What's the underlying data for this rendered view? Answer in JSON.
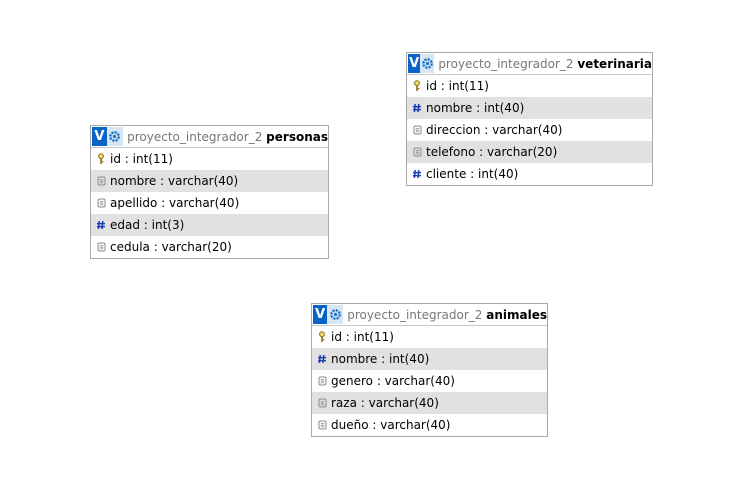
{
  "tables": [
    {
      "db": "proyecto_integrador_2",
      "name": "personas",
      "columns": [
        {
          "name": "id",
          "type": "int(11)",
          "kind": "key-icon"
        },
        {
          "name": "nombre",
          "type": "varchar(40)",
          "kind": "text-icon"
        },
        {
          "name": "apellido",
          "type": "varchar(40)",
          "kind": "text-icon"
        },
        {
          "name": "edad",
          "type": "int(3)",
          "kind": "number-icon"
        },
        {
          "name": "cedula",
          "type": "varchar(20)",
          "kind": "text-icon"
        }
      ]
    },
    {
      "db": "proyecto_integrador_2",
      "name": "veterinaria",
      "columns": [
        {
          "name": "id",
          "type": "int(11)",
          "kind": "key-icon"
        },
        {
          "name": "nombre",
          "type": "int(40)",
          "kind": "number-icon"
        },
        {
          "name": "direccion",
          "type": "varchar(40)",
          "kind": "text-icon"
        },
        {
          "name": "telefono",
          "type": "varchar(20)",
          "kind": "text-icon"
        },
        {
          "name": "cliente",
          "type": "int(40)",
          "kind": "number-icon"
        }
      ]
    },
    {
      "db": "proyecto_integrador_2",
      "name": "animales",
      "columns": [
        {
          "name": "id",
          "type": "int(11)",
          "kind": "key-icon"
        },
        {
          "name": "nombre",
          "type": "int(40)",
          "kind": "number-icon"
        },
        {
          "name": "genero",
          "type": "varchar(40)",
          "kind": "text-icon"
        },
        {
          "name": "raza",
          "type": "varchar(40)",
          "kind": "text-icon"
        },
        {
          "name": "dueño",
          "type": "varchar(40)",
          "kind": "text-icon"
        }
      ]
    }
  ],
  "ui": {
    "v_label": "V",
    "separator": " : ",
    "accent": "#0a64c8",
    "row_alt": "#e1e1e1"
  }
}
